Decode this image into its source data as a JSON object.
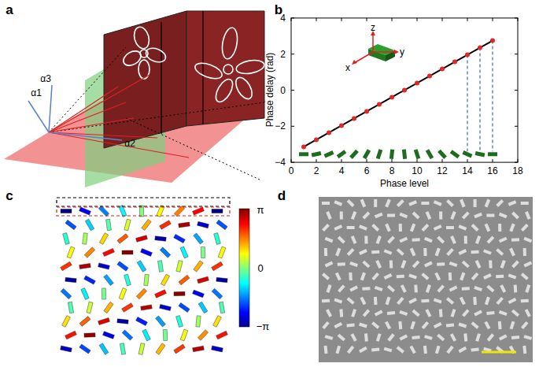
{
  "diagram": {
    "labels": [
      "a",
      "α1",
      "α3",
      "α2",
      "b",
      "4",
      "2",
      "0",
      "−2",
      "−4",
      "0",
      "2",
      "4",
      "6",
      "8",
      "10",
      "12",
      "14",
      "16",
      "18",
      "Phase delay (rad)",
      "Phase level",
      "z",
      "y",
      "x",
      "c",
      "π",
      "0",
      "−π",
      "d"
    ]
  }
}
